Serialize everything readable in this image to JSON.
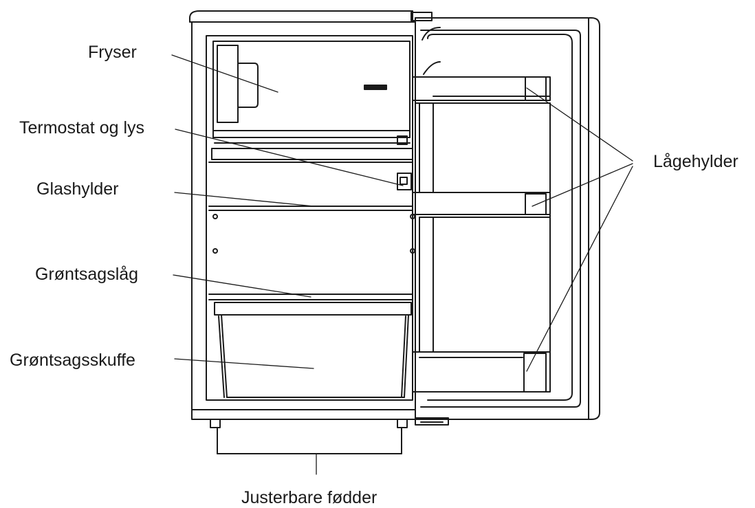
{
  "labels": {
    "freezer": "Fryser",
    "thermostat": "Termostat og lys",
    "glass_shelves": "Glashylder",
    "crisper_lid": "Grøntsagslåg",
    "crisper_drawer": "Grøntsagsskuffe",
    "door_shelves": "Lågehylder",
    "adjustable_feet": "Justerbare fødder"
  },
  "colors": {
    "line": "#1a1a1a",
    "background": "#ffffff"
  }
}
